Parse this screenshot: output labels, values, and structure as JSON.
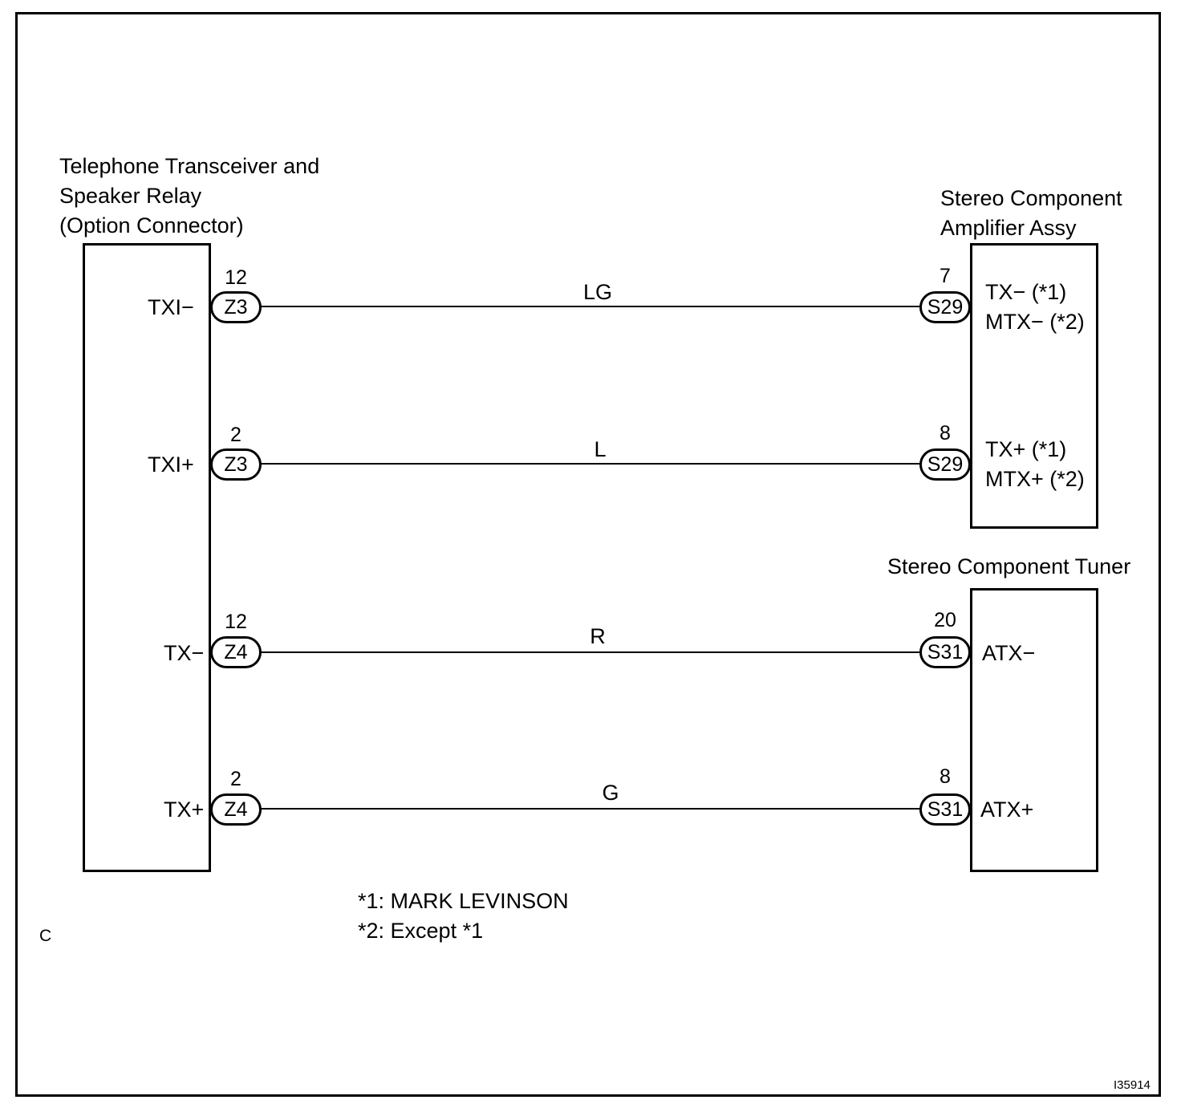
{
  "left_component": {
    "title_lines": [
      "Telephone Transceiver and",
      "Speaker Relay",
      "(Option Connector)"
    ]
  },
  "amp_component": {
    "title_lines": [
      "Stereo Component",
      "Amplifier Assy"
    ]
  },
  "tuner_component": {
    "title": "Stereo Component Tuner"
  },
  "circuits": [
    {
      "left_terminal": "TXI−",
      "left_pin": "12",
      "left_connector": "Z3",
      "wire_color": "LG",
      "right_pin": "7",
      "right_connector": "S29",
      "right_terminal_lines": [
        "TX− (*1)",
        "MTX− (*2)"
      ]
    },
    {
      "left_terminal": "TXI+",
      "left_pin": "2",
      "left_connector": "Z3",
      "wire_color": "L",
      "right_pin": "8",
      "right_connector": "S29",
      "right_terminal_lines": [
        "TX+ (*1)",
        "MTX+ (*2)"
      ]
    },
    {
      "left_terminal": "TX−",
      "left_pin": "12",
      "left_connector": "Z4",
      "wire_color": "R",
      "right_pin": "20",
      "right_connector": "S31",
      "right_terminal_lines": [
        "ATX−"
      ]
    },
    {
      "left_terminal": "TX+",
      "left_pin": "2",
      "left_connector": "Z4",
      "wire_color": "G",
      "right_pin": "8",
      "right_connector": "S31",
      "right_terminal_lines": [
        "ATX+"
      ]
    }
  ],
  "notes": [
    "*1: MARK LEVINSON",
    "*2: Except *1"
  ],
  "corner_mark": "C",
  "figure_id": "I35914"
}
